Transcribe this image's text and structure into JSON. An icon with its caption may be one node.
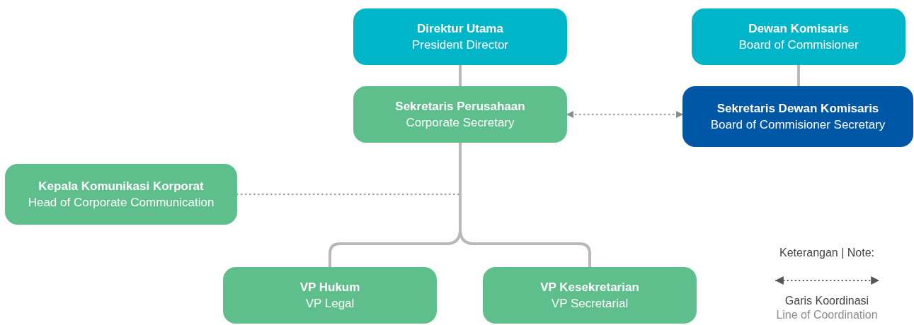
{
  "diagram": {
    "nodes": [
      {
        "text": [
          "Direktur Utama",
          "President Director"
        ]
      },
      {
        "text": [
          "Dewan Komisaris",
          "Board of Commisioner"
        ]
      },
      {
        "text": [
          "Sekretaris Perusahaan",
          "Corporate Secretary"
        ]
      },
      {
        "text": [
          "Sekretaris Dewan Komisaris",
          "Board of Commisioner Secretary"
        ]
      },
      {
        "text": [
          "Kepala Komunikasi Korporat",
          "Head of Corporate Communication"
        ]
      },
      {
        "text": [
          "VP Hukum",
          "VP Legal"
        ]
      },
      {
        "text": [
          "VP Kesekretarian",
          "VP Secretarial"
        ]
      }
    ],
    "edges": [
      {
        "from": 0,
        "to": 2,
        "arrow": "none"
      },
      {
        "from": 1,
        "to": 3,
        "arrow": "none"
      },
      {
        "from": 2,
        "to": 3,
        "arrow": "both",
        "style": "dashed"
      },
      {
        "from": 4,
        "to": 2,
        "arrow": "none",
        "style": "dashed"
      },
      {
        "from": 2,
        "to": 5,
        "arrow": "none"
      },
      {
        "from": 2,
        "to": 6,
        "arrow": "none"
      }
    ],
    "labels": [
      "Keterangan | Note:",
      "Line of Coordination"
    ],
    "legend": [
      {
        "text": "Garis Koordinasi"
      }
    ]
  }
}
